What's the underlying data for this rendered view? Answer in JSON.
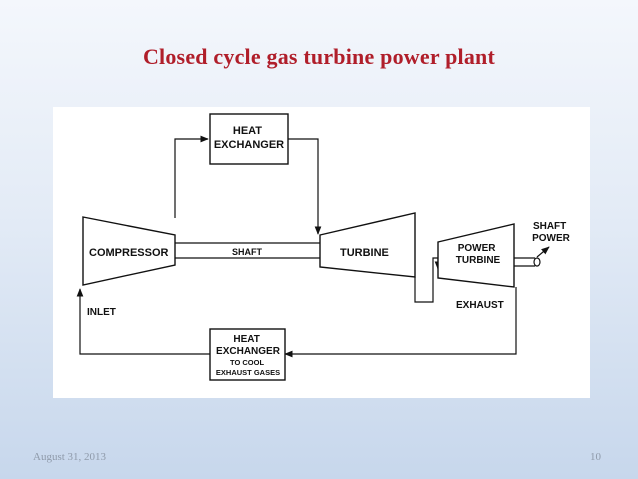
{
  "slide": {
    "title": "Closed cycle gas turbine power plant",
    "date": "August 31, 2013",
    "page_number": "10"
  },
  "diagram": {
    "top_heat_exchanger": [
      "HEAT",
      "EXCHANGER"
    ],
    "compressor": "COMPRESSOR",
    "shaft": "SHAFT",
    "turbine": "TURBINE",
    "power_turbine": [
      "POWER",
      "TURBINE"
    ],
    "shaft_power": [
      "SHAFT",
      "POWER"
    ],
    "exhaust": "EXHAUST",
    "inlet": "INLET",
    "bottom_heat_exchanger": [
      "HEAT",
      "EXCHANGER"
    ],
    "bottom_heat_exchanger_note": [
      "TO COOL",
      "EXHAUST GASES"
    ]
  }
}
